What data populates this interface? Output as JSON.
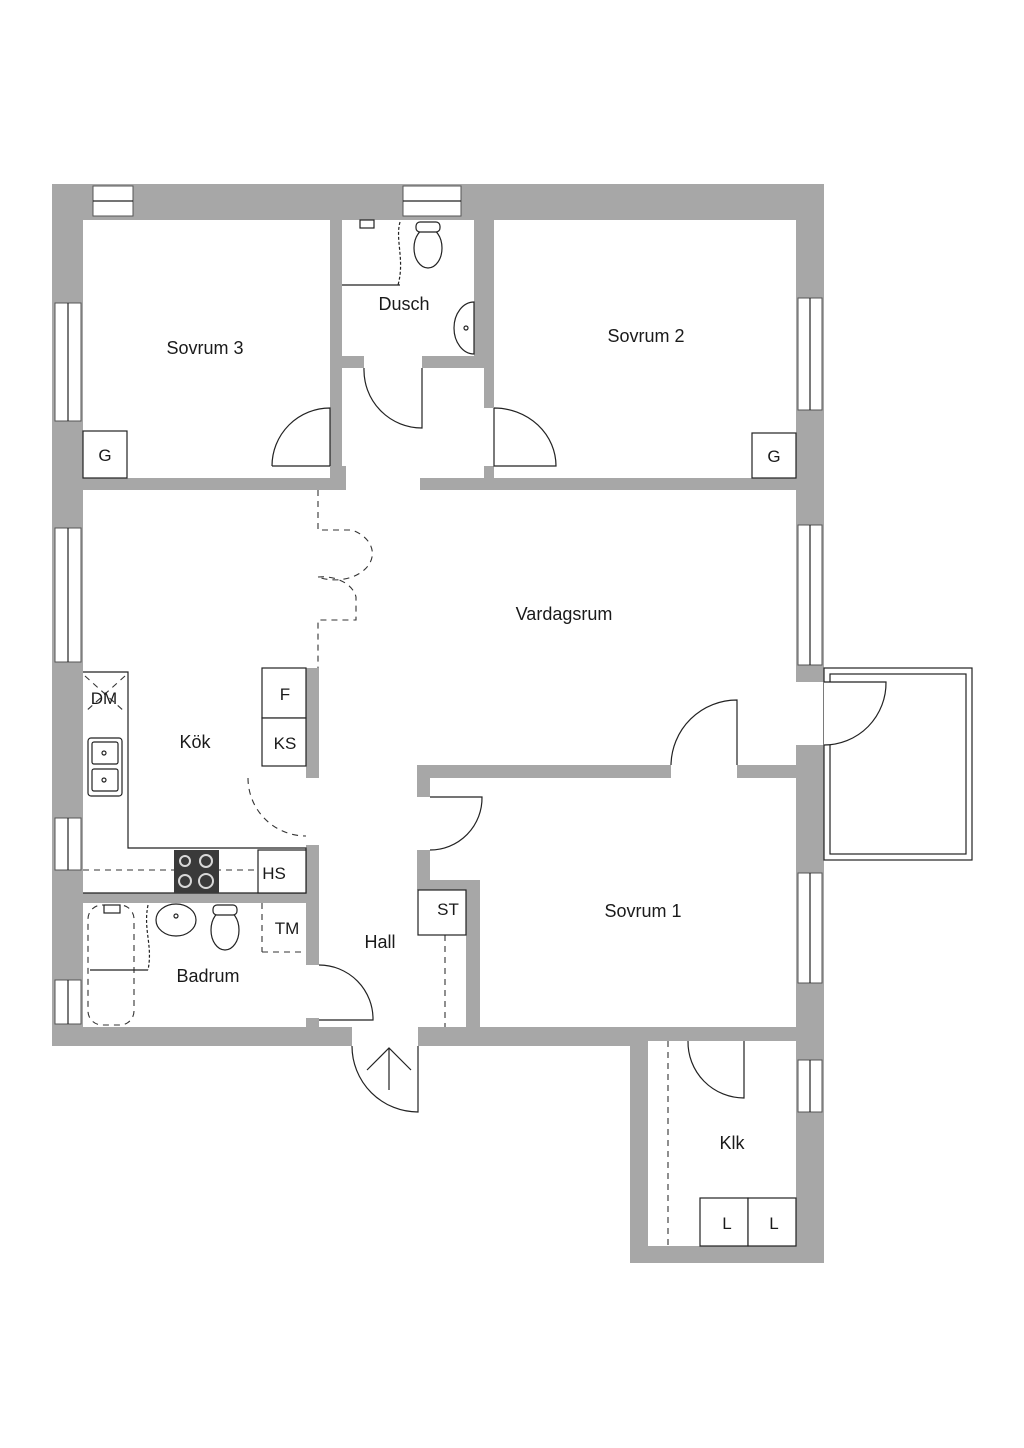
{
  "rooms": {
    "sovrum3": "Sovrum 3",
    "dusch": "Dusch",
    "sovrum2": "Sovrum 2",
    "vardagsrum": "Vardagsrum",
    "kok": "Kök",
    "sovrum1": "Sovrum 1",
    "hall": "Hall",
    "badrum": "Badrum",
    "klk": "Klk"
  },
  "fixtures": {
    "g_left": "G",
    "g_right": "G",
    "dm": "DM",
    "f": "F",
    "ks": "KS",
    "hs": "HS",
    "tm": "TM",
    "st": "ST",
    "l1": "L",
    "l2": "L"
  }
}
